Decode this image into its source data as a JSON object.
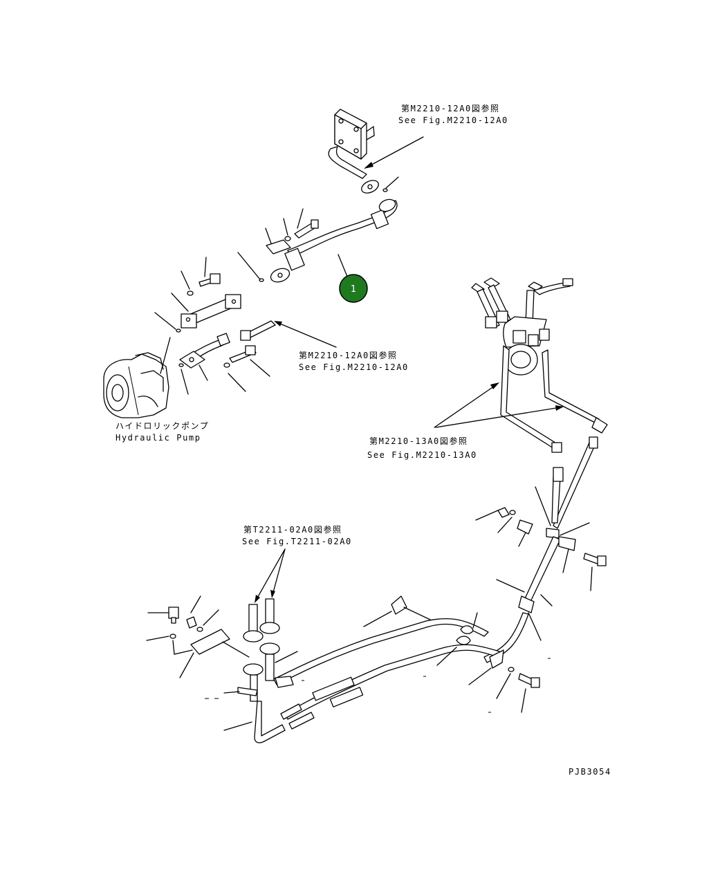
{
  "references": {
    "top_ref_jp": "第M2210-12A0図参照",
    "top_ref_en": "See Fig.M2210-12A0",
    "mid_ref_jp": "第M2210-12A0図参照",
    "mid_ref_en": "See Fig.M2210-12A0",
    "right_ref_jp": "第M2210-13A0図参照",
    "right_ref_en": "See Fig.M2210-13A0",
    "lower_ref_jp": "第T2211-02A0図参照",
    "lower_ref_en": "See Fig.T2211-02A0"
  },
  "pump": {
    "label_jp": "ハイドロリックポンプ",
    "label_en": "Hydraulic Pump"
  },
  "callout": {
    "number": "1",
    "color": "#1f7a1f"
  },
  "drawing_code": "PJB3054"
}
